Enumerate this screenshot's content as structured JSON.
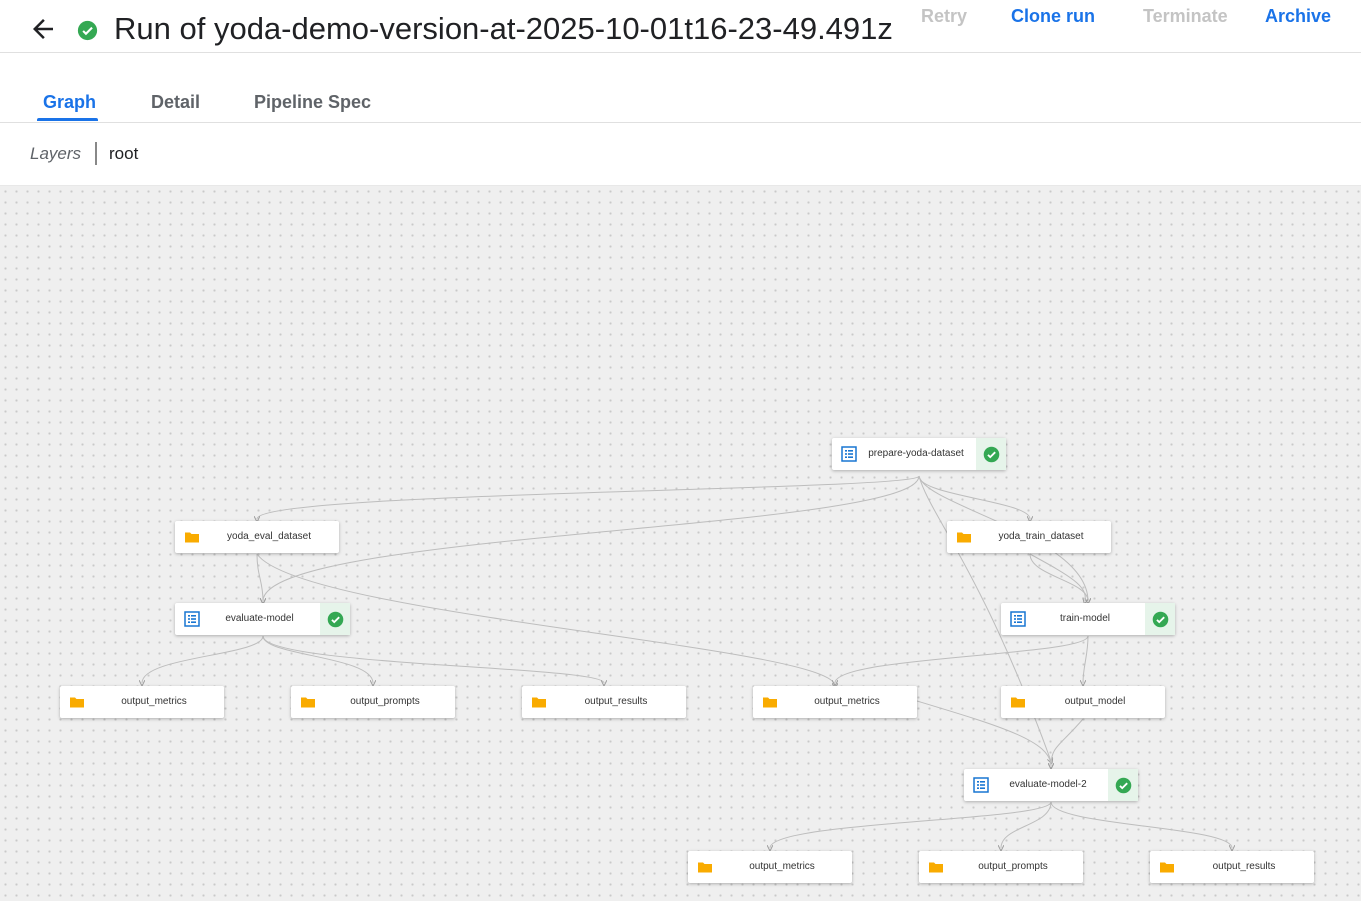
{
  "header": {
    "title": "Run of yoda-demo-version-at-2025-10-01t16-23-49.491z",
    "actions": {
      "retry": "Retry",
      "clone": "Clone run",
      "terminate": "Terminate",
      "archive": "Archive"
    }
  },
  "tabs": [
    {
      "label": "Graph",
      "active": true
    },
    {
      "label": "Detail",
      "active": false
    },
    {
      "label": "Pipeline Spec",
      "active": false
    }
  ],
  "layers": {
    "label": "Layers",
    "current": "root"
  },
  "colors": {
    "accent": "#1a73e8",
    "success": "#34a853",
    "artifact": "#f9ab00",
    "execution": "#1976d2"
  },
  "graph": {
    "nodes": {
      "prepare": {
        "label": "prepare-yoda-dataset",
        "kind": "execution",
        "status": "succeeded"
      },
      "eval_ds": {
        "label": "yoda_eval_dataset",
        "kind": "artifact"
      },
      "train_ds": {
        "label": "yoda_train_dataset",
        "kind": "artifact"
      },
      "evaluate": {
        "label": "evaluate-model",
        "kind": "execution",
        "status": "succeeded"
      },
      "train": {
        "label": "train-model",
        "kind": "execution",
        "status": "succeeded"
      },
      "ev_metrics": {
        "label": "output_metrics",
        "kind": "artifact"
      },
      "ev_prompts": {
        "label": "output_prompts",
        "kind": "artifact"
      },
      "ev_results": {
        "label": "output_results",
        "kind": "artifact"
      },
      "tr_metrics": {
        "label": "output_metrics",
        "kind": "artifact"
      },
      "tr_model": {
        "label": "output_model",
        "kind": "artifact"
      },
      "evaluate2": {
        "label": "evaluate-model-2",
        "kind": "execution",
        "status": "succeeded"
      },
      "e2_metrics": {
        "label": "output_metrics",
        "kind": "artifact"
      },
      "e2_prompts": {
        "label": "output_prompts",
        "kind": "artifact"
      },
      "e2_results": {
        "label": "output_results",
        "kind": "artifact"
      }
    }
  }
}
